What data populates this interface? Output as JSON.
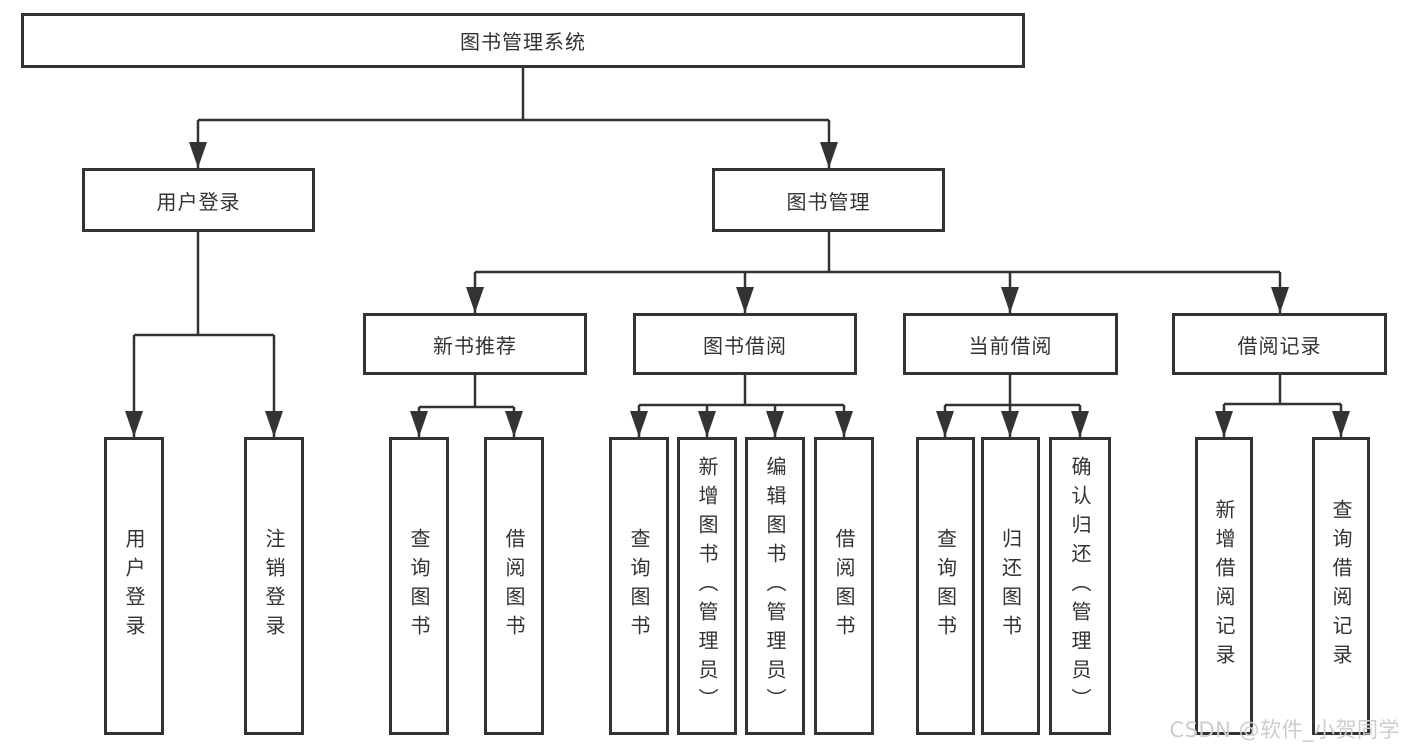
{
  "diagram": {
    "root": {
      "label": "图书管理系统"
    },
    "level2": {
      "user_login": {
        "label": "用户登录"
      },
      "book_mgmt": {
        "label": "图书管理"
      }
    },
    "level3": {
      "new_books": {
        "label": "新书推荐"
      },
      "book_borrow": {
        "label": "图书借阅"
      },
      "current_borrow": {
        "label": "当前借阅"
      },
      "borrow_records": {
        "label": "借阅记录"
      }
    },
    "leaves": {
      "user_login": {
        "login": "用户登录",
        "logout": "注销登录"
      },
      "new_books": {
        "query": "查询图书",
        "borrow": "借阅图书"
      },
      "book_borrow": {
        "query": "查询图书",
        "add": "新增图书（管理员）",
        "edit": "编辑图书（管理员）",
        "borrow": "借阅图书"
      },
      "current_borrow": {
        "query": "查询图书",
        "return": "归还图书",
        "confirm": "确认归还（管理员）"
      },
      "borrow_records": {
        "add": "新增借阅记录",
        "query": "查询借阅记录"
      }
    }
  },
  "watermark": {
    "text": "CSDN @软件_小贺同学"
  },
  "colors": {
    "line": "#333333",
    "text": "#333333",
    "watermark": "#cdcdcd",
    "background": "#ffffff"
  }
}
